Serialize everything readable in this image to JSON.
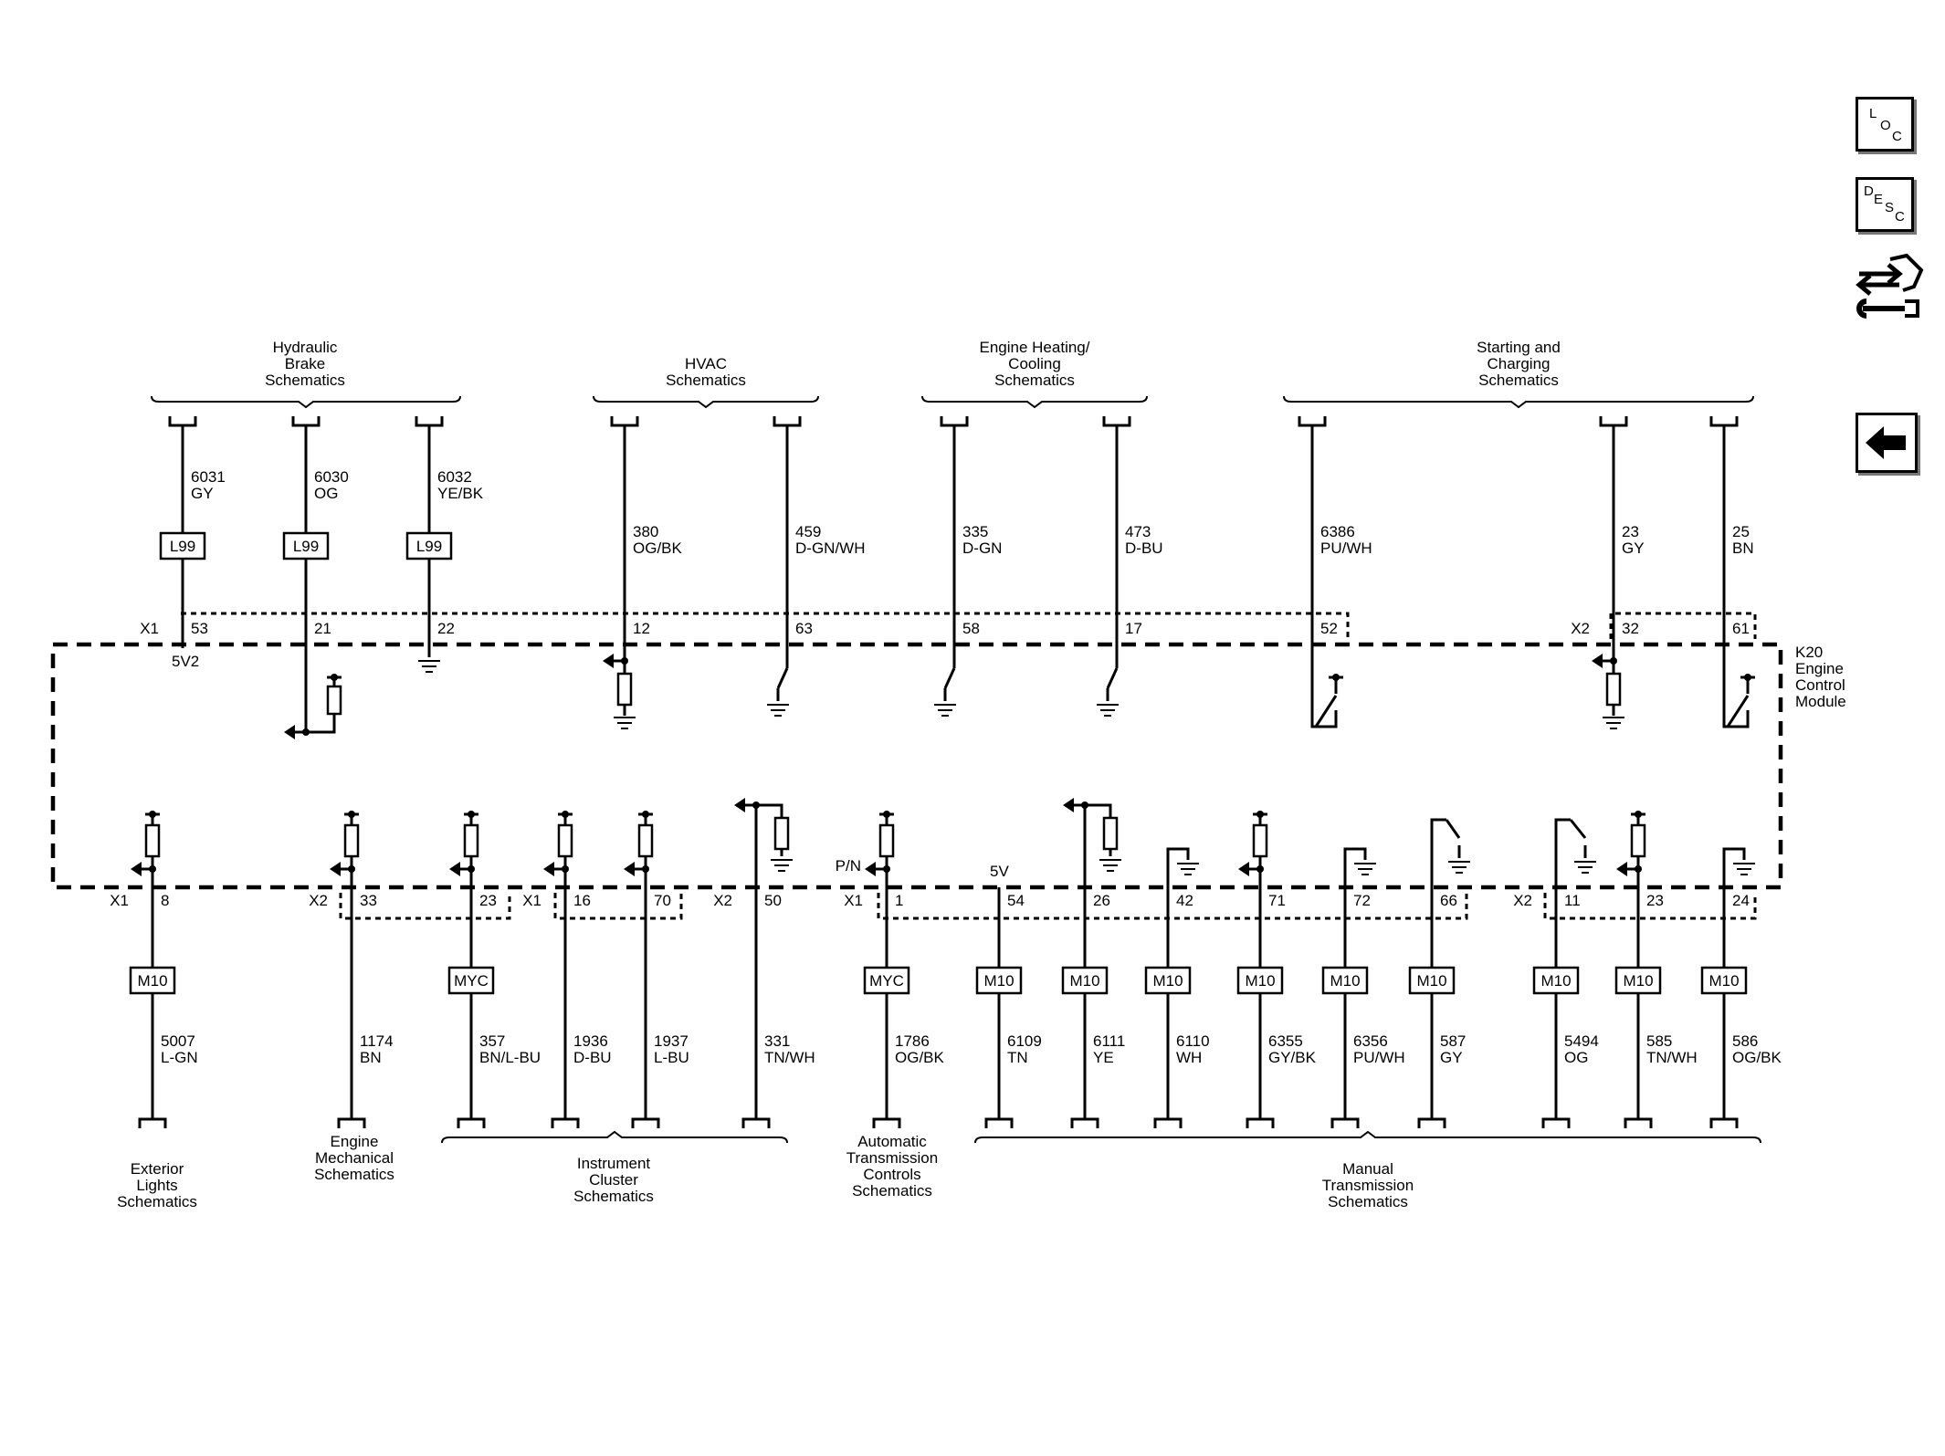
{
  "side": {
    "loc": [
      "L",
      "O",
      "C"
    ],
    "desc": [
      "D",
      "E",
      "S",
      "C"
    ]
  },
  "top_groups": [
    {
      "label": [
        "Hydraulic",
        "Brake",
        "Schematics"
      ]
    },
    {
      "label": [
        "HVAC",
        "Schematics"
      ]
    },
    {
      "label": [
        "Engine Heating/",
        "Cooling",
        "Schematics"
      ]
    },
    {
      "label": [
        "Starting and",
        "Charging",
        "Schematics"
      ]
    }
  ],
  "top_circuits": [
    {
      "num": "6031",
      "color": "GY",
      "conn": "X1",
      "pin": "53",
      "note": "5V2",
      "option": "L99",
      "term": "5v"
    },
    {
      "num": "6030",
      "color": "OG",
      "pin": "21",
      "option": "L99",
      "term": "pull"
    },
    {
      "num": "6032",
      "color": "YE/BK",
      "pin": "22",
      "option": "L99",
      "term": "gnd"
    },
    {
      "num": "380",
      "color": "OG/BK",
      "pin": "12",
      "term": "res"
    },
    {
      "num": "459",
      "color": "D-GN/WH",
      "pin": "63",
      "term": "sw"
    },
    {
      "num": "335",
      "color": "D-GN",
      "pin": "58",
      "term": "sw"
    },
    {
      "num": "473",
      "color": "D-BU",
      "pin": "17",
      "term": "sw"
    },
    {
      "num": "6386",
      "color": "PU/WH",
      "pin": "52",
      "term": "hs"
    },
    {
      "num": "23",
      "color": "GY",
      "conn": "X2",
      "pin": "32",
      "term": "res"
    },
    {
      "num": "25",
      "color": "BN",
      "pin": "61",
      "term": "hs"
    }
  ],
  "module": {
    "label": [
      "K20",
      "Engine",
      "Control",
      "Module"
    ]
  },
  "bottom_circuits": [
    {
      "num": "5007",
      "color": "L-GN",
      "conn": "X1",
      "pin": "8",
      "option": "M10",
      "term": "pu"
    },
    {
      "num": "1174",
      "color": "BN",
      "conn": "X2",
      "pin": "33",
      "term": "pu"
    },
    {
      "num": "357",
      "color": "BN/L-BU",
      "pin": "23",
      "option": "MYC",
      "term": "pu"
    },
    {
      "num": "1936",
      "color": "D-BU",
      "conn": "X1",
      "pin": "16",
      "term": "pu"
    },
    {
      "num": "1937",
      "color": "L-BU",
      "pin": "70",
      "term": "pu"
    },
    {
      "num": "331",
      "color": "TN/WH",
      "conn": "X2",
      "pin": "50",
      "term": "pd"
    },
    {
      "num": "1786",
      "color": "OG/BK",
      "conn": "X1",
      "pin": "1",
      "note": "P/N",
      "option": "MYC",
      "term": "pu"
    },
    {
      "num": "6109",
      "color": "TN",
      "pin": "54",
      "note": "5V",
      "option": "M10",
      "term": "none"
    },
    {
      "num": "6111",
      "color": "YE",
      "pin": "26",
      "option": "M10",
      "term": "pd"
    },
    {
      "num": "6110",
      "color": "WH",
      "pin": "42",
      "option": "M10",
      "term": "gl"
    },
    {
      "num": "6355",
      "color": "GY/BK",
      "pin": "71",
      "option": "M10",
      "term": "pu"
    },
    {
      "num": "6356",
      "color": "PU/WH",
      "pin": "72",
      "option": "M10",
      "term": "gl"
    },
    {
      "num": "587",
      "color": "GY",
      "pin": "66",
      "option": "M10",
      "term": "swg"
    },
    {
      "num": "5494",
      "color": "OG",
      "conn": "X2",
      "pin": "11",
      "option": "M10",
      "term": "swg"
    },
    {
      "num": "585",
      "color": "TN/WH",
      "pin": "23",
      "option": "M10",
      "term": "pu"
    },
    {
      "num": "586",
      "color": "OG/BK",
      "pin": "24",
      "option": "M10",
      "term": "gl"
    }
  ],
  "bottom_labels": [
    {
      "label": [
        "Exterior",
        "Lights",
        "Schematics"
      ]
    },
    {
      "label": [
        "Engine",
        "Mechanical",
        "Schematics"
      ]
    },
    {
      "label": [
        "Instrument",
        "Cluster",
        "Schematics"
      ]
    },
    {
      "label": [
        "Automatic",
        "Transmission",
        "Controls",
        "Schematics"
      ]
    },
    {
      "label": [
        "Manual",
        "Transmission",
        "Schematics"
      ]
    }
  ]
}
